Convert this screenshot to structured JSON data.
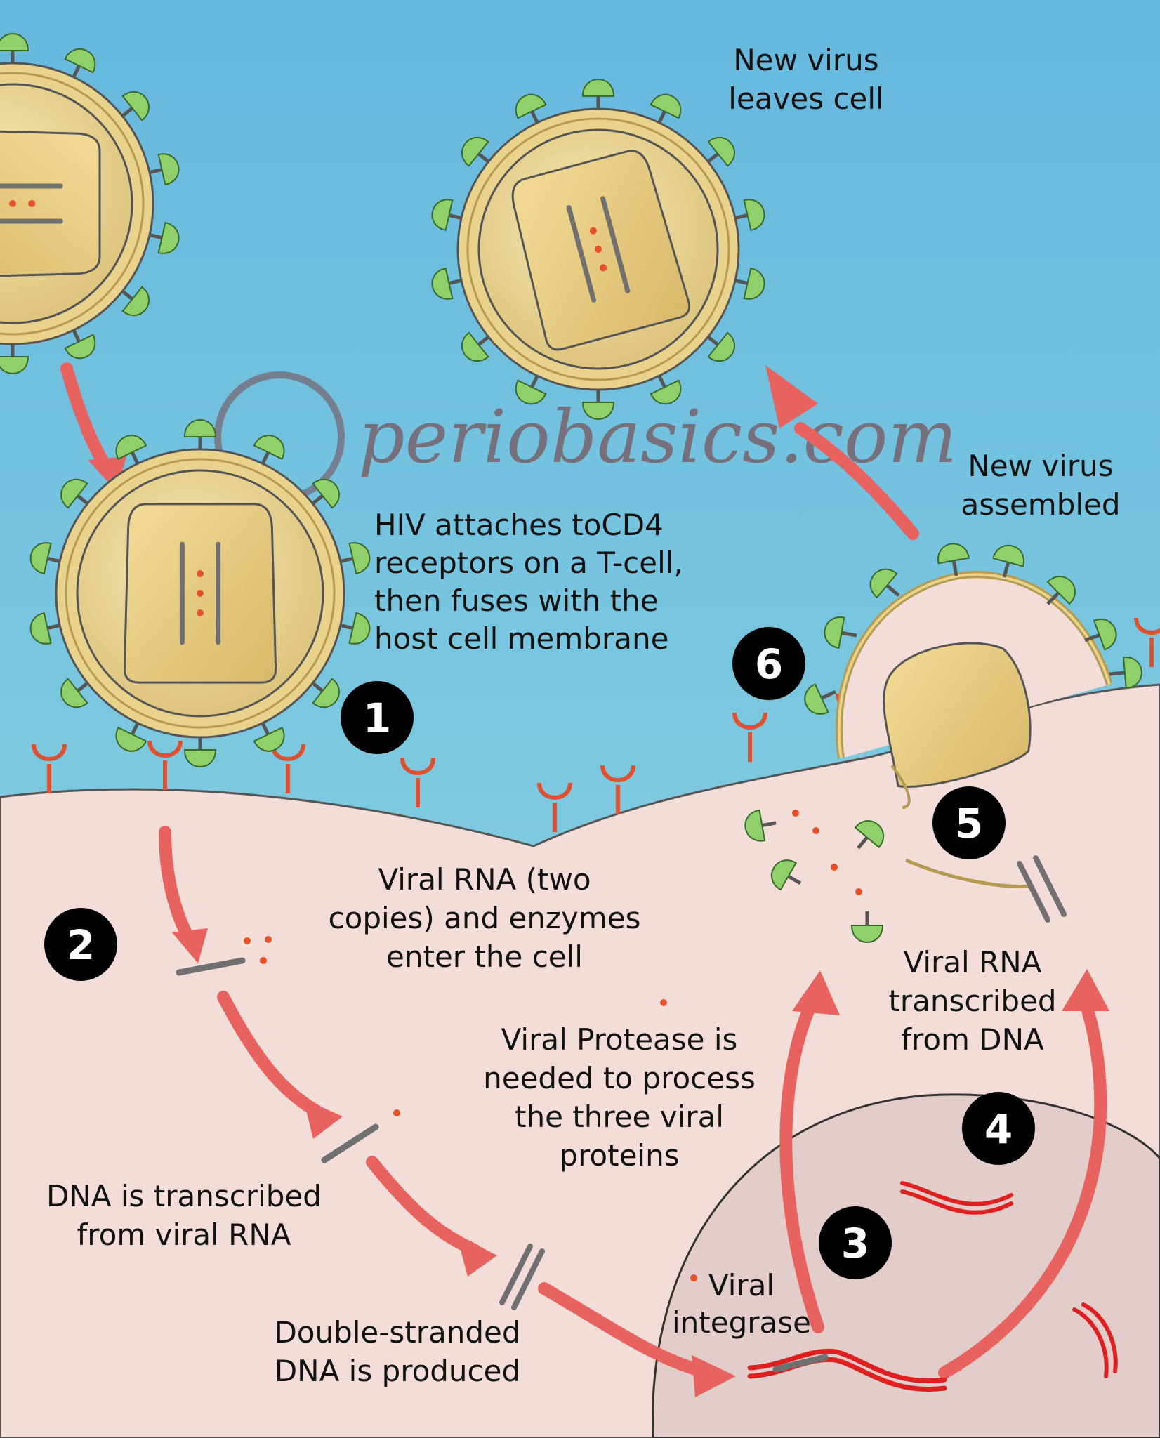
{
  "watermark": "periobasics.com",
  "labels": {
    "new_virus_leaves": [
      "New virus",
      "leaves cell"
    ],
    "new_virus_assembled": [
      "New virus",
      "assembled"
    ],
    "attach": [
      "HIV attaches toCD4",
      "receptors on a T-cell,",
      "then fuses with the",
      "host cell membrane"
    ],
    "rna_enter": [
      "Viral RNA (two",
      "copies) and enzymes",
      "enter the cell"
    ],
    "protease": [
      "Viral Protease is",
      "needed to process",
      "the three viral",
      "proteins"
    ],
    "dna_transcribed": [
      "DNA is transcribed",
      "from viral RNA"
    ],
    "double_stranded": [
      "Double-stranded",
      "DNA is produced"
    ],
    "integrase": [
      "Viral",
      "integrase"
    ],
    "rna_from_dna": [
      "Viral RNA",
      "transcribed",
      "from DNA"
    ]
  },
  "steps": [
    "1",
    "2",
    "3",
    "4",
    "5",
    "6"
  ],
  "colors": {
    "sky": "#6fbfdf",
    "cell": "#f2ddd8",
    "nucleus": "#e2cdca",
    "arrow": "#e8625f",
    "envelope": "#e9d38c",
    "spike": "#8fd06a",
    "receptor": "#e0502e",
    "rna": "#e02020",
    "strand": "#707070"
  }
}
